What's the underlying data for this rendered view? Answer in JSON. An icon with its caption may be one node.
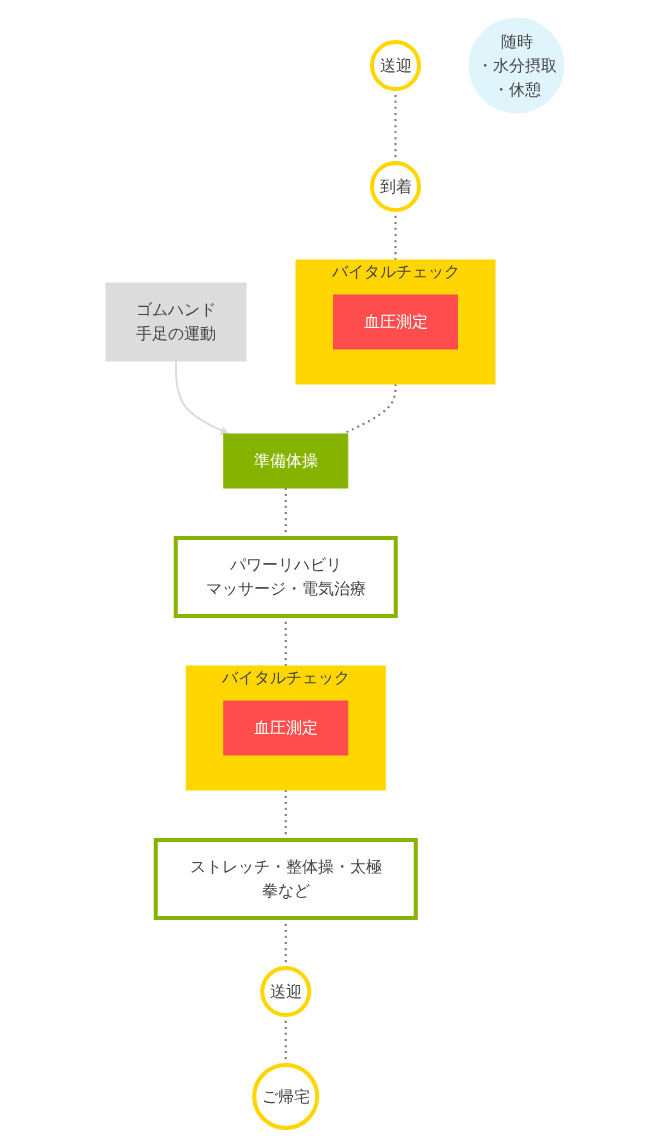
{
  "diagram": {
    "nodes": [
      {
        "text": [
          "送迎"
        ]
      },
      {
        "text": [
          "到着"
        ]
      },
      {
        "text": [
          "バイタルチェック"
        ]
      },
      {
        "text": [
          "血圧測定"
        ],
        "in": 2
      },
      {
        "text": [
          "準備体操"
        ]
      },
      {
        "text": [
          "ゴムハンド",
          "手足の運動"
        ]
      },
      {
        "text": [
          "パワーリハビリ",
          "マッサージ・電気治療"
        ]
      },
      {
        "text": [
          "随時",
          "・水分摂取",
          "・休憩"
        ]
      },
      {
        "text": [
          "バイタルチェック"
        ]
      },
      {
        "text": [
          "血圧測定"
        ],
        "in": 8
      },
      {
        "text": [
          "ストレッチ・整体操・太極拳など"
        ]
      },
      {
        "text": [
          "送迎"
        ]
      },
      {
        "text": [
          "ご帰宅"
        ]
      }
    ],
    "edges": [
      {
        "from": 0,
        "to": 1,
        "arrow": "none",
        "style": "dashed"
      },
      {
        "from": 1,
        "to": 2,
        "arrow": "none",
        "style": "dashed"
      },
      {
        "from": 2,
        "to": 4,
        "arrow": "none",
        "style": "dashed"
      },
      {
        "from": 5,
        "to": 4,
        "arrow": "to",
        "color": "#dcdcdc"
      },
      {
        "from": 4,
        "to": 6,
        "arrow": "none",
        "style": "dashed"
      },
      {
        "from": 6,
        "to": 8,
        "arrow": "none",
        "style": "dashed"
      },
      {
        "from": 8,
        "to": 10,
        "arrow": "none",
        "style": "dashed"
      },
      {
        "from": 10,
        "to": 11,
        "arrow": "none",
        "style": "dashed"
      },
      {
        "from": 11,
        "to": 12,
        "arrow": "none",
        "style": "dashed"
      }
    ]
  }
}
